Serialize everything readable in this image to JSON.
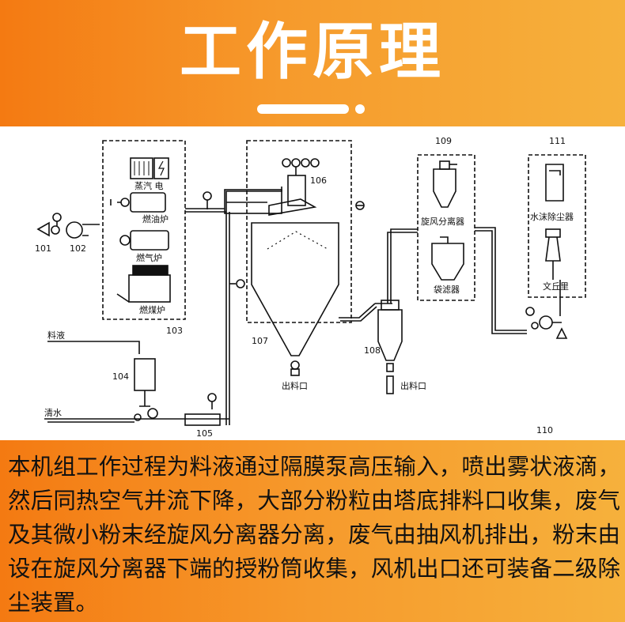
{
  "header": {
    "title": "工作原理"
  },
  "diagram": {
    "labels": {
      "n101": "101",
      "n102": "102",
      "n103": "103",
      "n104": "104",
      "n105": "105",
      "n106": "106",
      "n107": "107",
      "n108": "108",
      "n109": "109",
      "n110": "110",
      "n111": "111",
      "steam_elec": "蒸汽 电",
      "oil_furnace": "燃油炉",
      "gas_furnace": "燃气炉",
      "coal_furnace": "燃煤炉",
      "feed_liquid": "料液",
      "clear_water": "清水",
      "outlet_107": "出料口",
      "outlet_108": "出料口",
      "cyclone": "旋风分离器",
      "bag_filter": "袋滤器",
      "scrubber": "水沫除尘器",
      "venturi": "文丘里"
    }
  },
  "description": {
    "text": "本机组工作过程为料液通过隔膜泵高压输入，喷出雾状液滴，然后同热空气并流下降，大部分粉粒由塔底排料口收集，废气及其微小粉末经旋风分离器分离，废气由抽风机排出，粉末由设在旋风分离器下端的授粉筒收集，风机出口还可装备二级除尘装置。"
  }
}
